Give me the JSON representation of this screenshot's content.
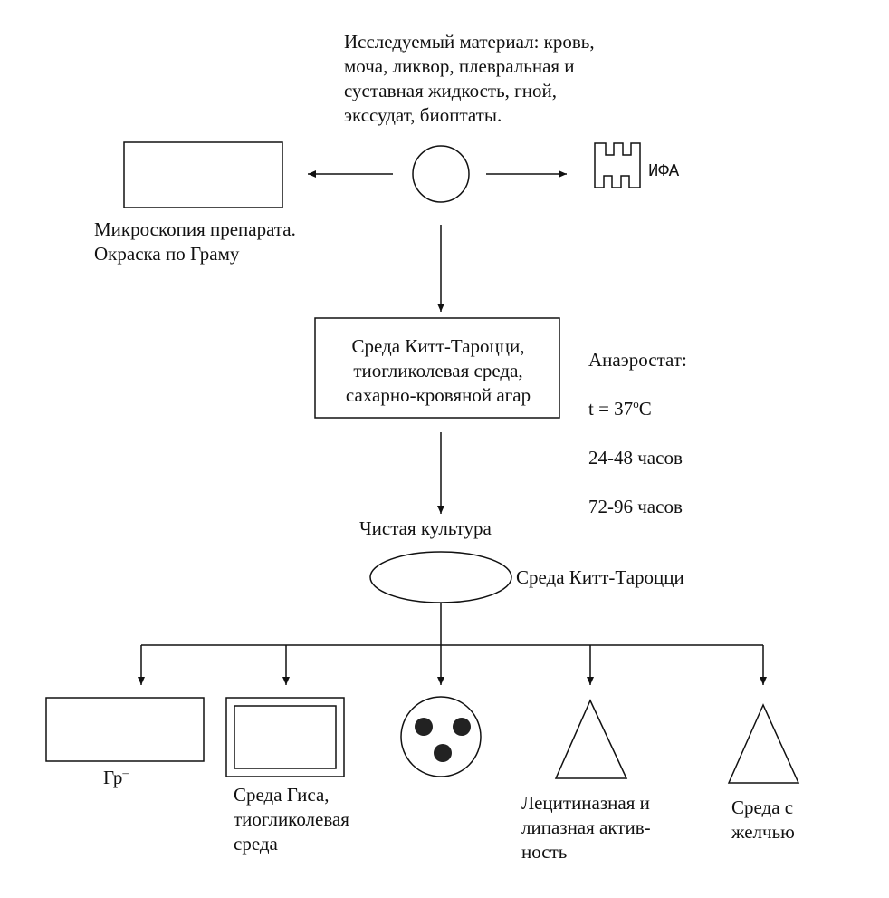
{
  "material": {
    "text": "Исследуемый материал: кровь,\nмоча, ликвор, плевральная и\nсуставная жидкость, гной,\nэкссудат, биоптаты."
  },
  "microscopy": {
    "text": "Микроскопия препарата.\nОкраска по Граму"
  },
  "ifa": {
    "label": "ИФА"
  },
  "media_box": {
    "text": "Среда  Китт-Тароцци,\nтиогликолевая среда,\nсахарно-кровяной агар"
  },
  "anaerostat": {
    "title": "Анаэростат:",
    "temp_prefix": "t = 37",
    "temp_degree": "o",
    "temp_unit": "C",
    "time1": "24-48 часов",
    "time2": "72-96 часов"
  },
  "culture": {
    "label": "Чистая культура",
    "medium": "Среда Китт-Тароцци"
  },
  "branches": {
    "gram_label": "Гр",
    "gram_sign": "–",
    "hiss": "Среда Гиса,\nтиогликолевая\nсреда",
    "lecithinase": "Лецитиназная и\nлипазная актив-\nность",
    "bile": "Среда с\nжелчью"
  },
  "colors": {
    "ink": "#111111",
    "background": "#ffffff"
  }
}
